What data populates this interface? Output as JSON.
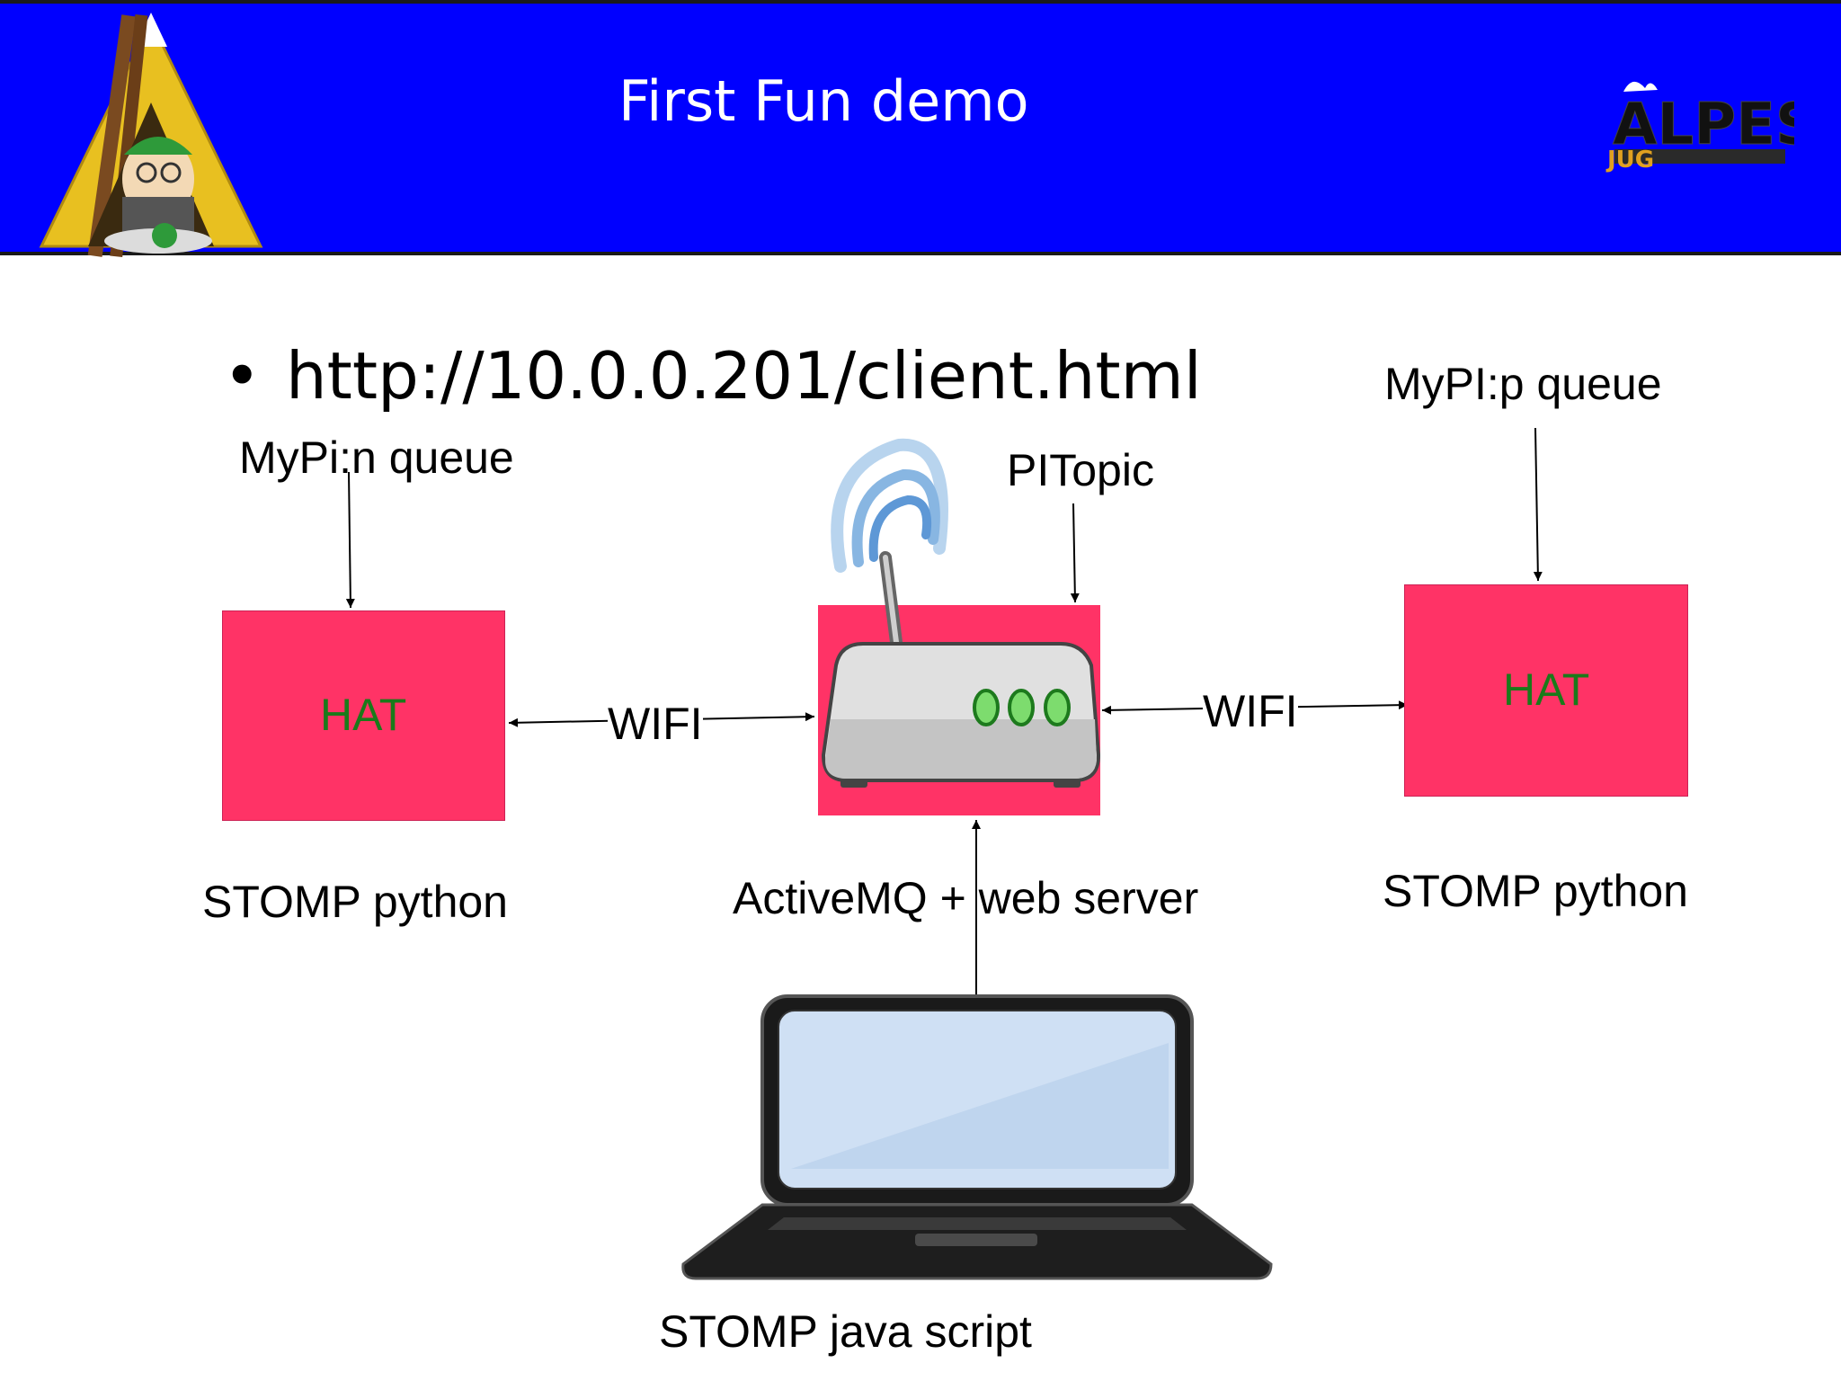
{
  "header": {
    "title": "First Fun demo",
    "brand_color": "#0000ff",
    "logo_left": "tent-mascot",
    "logo_right": {
      "main": "ALPES",
      "sub": "JUG"
    }
  },
  "bullet": {
    "text": "http://10.0.0.201/client.html"
  },
  "diagram": {
    "left_queue_label": "MyPi:n queue",
    "right_queue_label": "MyPI:p queue",
    "topic_label": "PITopic",
    "left_box_label": "HAT",
    "right_box_label": "HAT",
    "left_link_label": "WIFI",
    "right_link_label": "WIFI",
    "left_caption": "STOMP python",
    "right_caption": "STOMP python",
    "center_caption": "ActiveMQ + web server",
    "laptop_caption": "STOMP java script",
    "box_color": "#ff3366",
    "hat_text_color": "#1a7a1a"
  }
}
